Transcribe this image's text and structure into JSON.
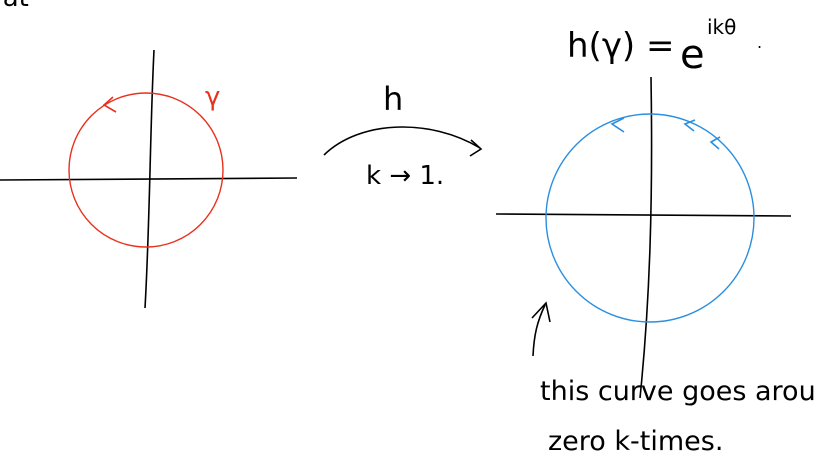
{
  "labels": {
    "top_left_fragment": "rat",
    "formula_lhs": "h(γ) =",
    "formula_base": "e",
    "formula_exp": "ikθ",
    "formula_period": ".",
    "gamma": "γ",
    "map_name": "h",
    "limit_text": "k → 1.",
    "caption_line1": "this curve goes around",
    "caption_line2": "zero k-times."
  },
  "colors": {
    "ink": "#000000",
    "red_curve": "#e8321e",
    "blue_curve": "#2a8fe0"
  }
}
